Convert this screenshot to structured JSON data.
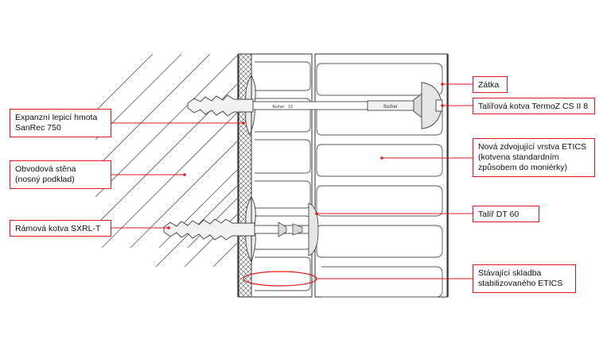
{
  "labels": {
    "expansion_foam": "Expanzní lepicí hmota\nSanRec 750",
    "wall": "Obvodová stěna\n(nosný podklad)",
    "frame_anchor": "Rámová kotva SXRL-T",
    "plug_cap": "Zátka",
    "plate_anchor": "Talířová kotva TermoZ CS II 8",
    "new_etics": "Nová zdvojující vrstva ETICS\n(kotvena standardním\nzpůsobem do moniérky)",
    "plate_dt": "Talíř DT 60",
    "existing_etics": "Stávající skladba\nstabilizovaného ETICS"
  },
  "anchor_marks": {
    "frame_anchor_mark": "fischer",
    "frame_anchor_size": "10",
    "plate_anchor_mark": "fischer"
  },
  "colors": {
    "callout": "#e0191b",
    "linework": "#333333"
  }
}
